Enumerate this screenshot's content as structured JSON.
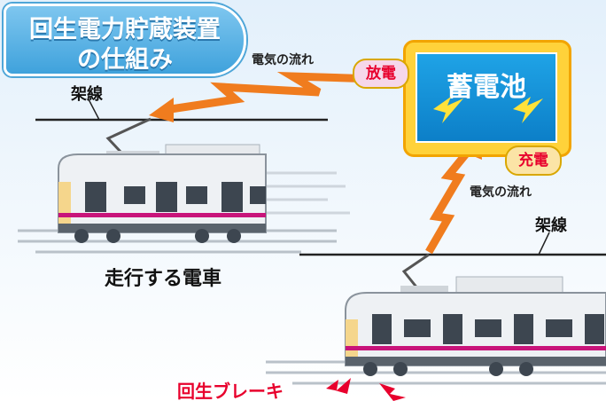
{
  "title": {
    "line1": "回生電力貯蔵装置",
    "line2": "の仕組み"
  },
  "battery": {
    "label": "蓄電池"
  },
  "badges": {
    "discharge": "放電",
    "charge": "充電"
  },
  "flow_labels": {
    "top": "電気の流れ",
    "right": "電気の流れ"
  },
  "wire_labels": {
    "top": "架線",
    "right": "架線"
  },
  "train_labels": {
    "moving": "走行する電車",
    "regen_brake": "回生ブレーキ"
  },
  "colors": {
    "arrow": "#f07c1e",
    "battery_frame": "#ffd23a",
    "battery_panel": "#1596dc",
    "title_bg": "#4fa6d8",
    "accent_red": "#e8002d",
    "train_stripe": "#c8147a"
  }
}
